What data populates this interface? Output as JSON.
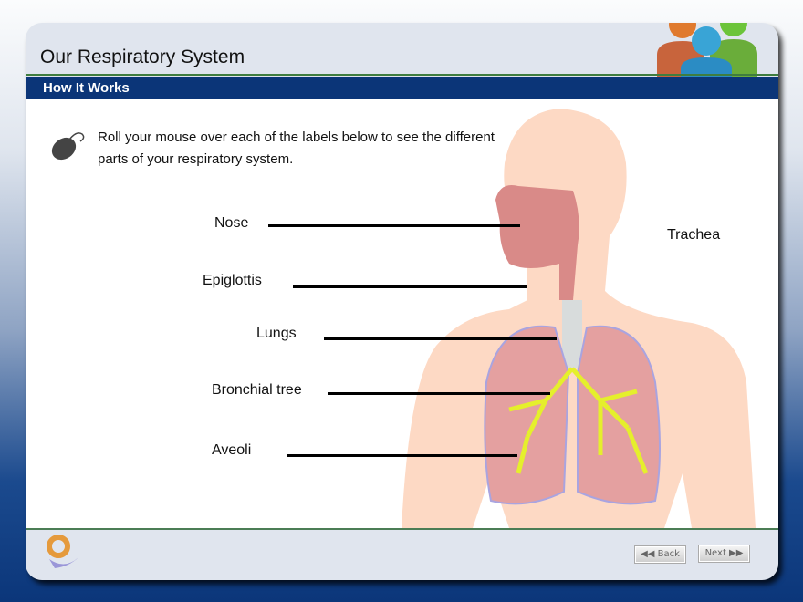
{
  "header": {
    "title": "Our Respiratory System",
    "subtitle": "How It Works"
  },
  "instructions": "Roll your mouse over each of the labels below to see the different parts of your respiratory system.",
  "labels": {
    "nose": "Nose",
    "epiglottis": "Epiglottis",
    "lungs": "Lungs",
    "bronchial": "Bronchial tree",
    "alveoli": "Aveoli",
    "trachea": "Trachea"
  },
  "footer": {
    "back": "◀◀ Back",
    "next": "Next ▶▶"
  },
  "colors": {
    "navy": "#0b3578",
    "skin": "#fdd9c4",
    "bronchi": "#e5ef2c",
    "lung": "#d98d8d"
  }
}
